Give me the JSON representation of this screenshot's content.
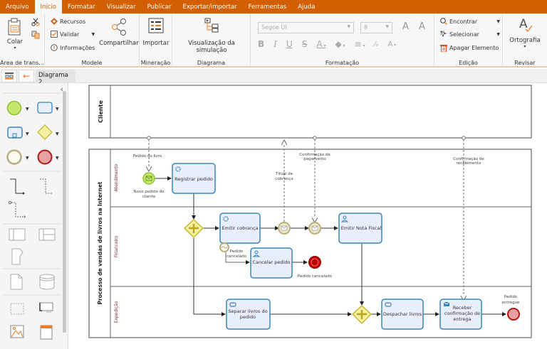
{
  "menu": {
    "items": [
      "Arquivo",
      "Início",
      "Formatar",
      "Visualizar",
      "Publicar",
      "Exportar/importar",
      "Ferramentas",
      "Ajuda"
    ],
    "active_index": 1
  },
  "ribbon": {
    "clipboard": {
      "paste": "Colar",
      "group_label": "Área de trans..."
    },
    "model": {
      "resources": "Recursos",
      "validate": "Validar",
      "info": "Informações",
      "share": "Compartilhar",
      "group_label": "Modele"
    },
    "mining": {
      "import": "Importar",
      "group_label": "Mineração"
    },
    "diagram": {
      "simulation": "Visualização da simulação",
      "group_label": "Diagrama"
    },
    "format": {
      "font": "Segoe UI",
      "size": "8",
      "group_label": "Formatação"
    },
    "edit": {
      "find": "Encontrar",
      "select": "Selecionar",
      "delete": "Apagar Elemento",
      "group_label": "Edição"
    },
    "review": {
      "spelling": "Ortografia",
      "group_label": "Revisar"
    }
  },
  "tabs": {
    "document": "Diagrama 2"
  },
  "colors": {
    "accent": "#d35f00",
    "task_fill": "#e8eefb",
    "task_stroke": "#3a86b8",
    "start_fill": "#c5e86c",
    "end_fill": "#e8a0a0",
    "gateway_fill": "#f5f0a0"
  },
  "diagram": {
    "pool_client": "Cliente",
    "pool_process": "Processo de vendas de livros na Internet",
    "lanes": [
      "Atendimento",
      "Financeiro",
      "Expedição"
    ],
    "tasks": {
      "register": "Registrar pedido",
      "billing": "Emitir cobrança",
      "cancel": "Cancelar pedido",
      "invoice": "Emitir Nota Fiscal",
      "separate": [
        "Separar livros do",
        "pedido"
      ],
      "dispatch": "Despachar livros",
      "receive": [
        "Receber",
        "confirmação de",
        "entrega"
      ]
    },
    "labels": {
      "book_order": "Pedido do livro",
      "new_order": [
        "Novo pedido do",
        "cliente"
      ],
      "billing_title": [
        "Título de",
        "cobrança"
      ],
      "payment_conf": [
        "Confirmação de",
        "pagamento"
      ],
      "receipt_conf": [
        "Confirmação de",
        "recebimento"
      ],
      "order_cancelled": [
        "Pedido",
        "cancelado"
      ],
      "order_cancelled_end": "Pedido cancelado",
      "order_delivered": [
        "Pedido",
        "entregue"
      ]
    }
  }
}
